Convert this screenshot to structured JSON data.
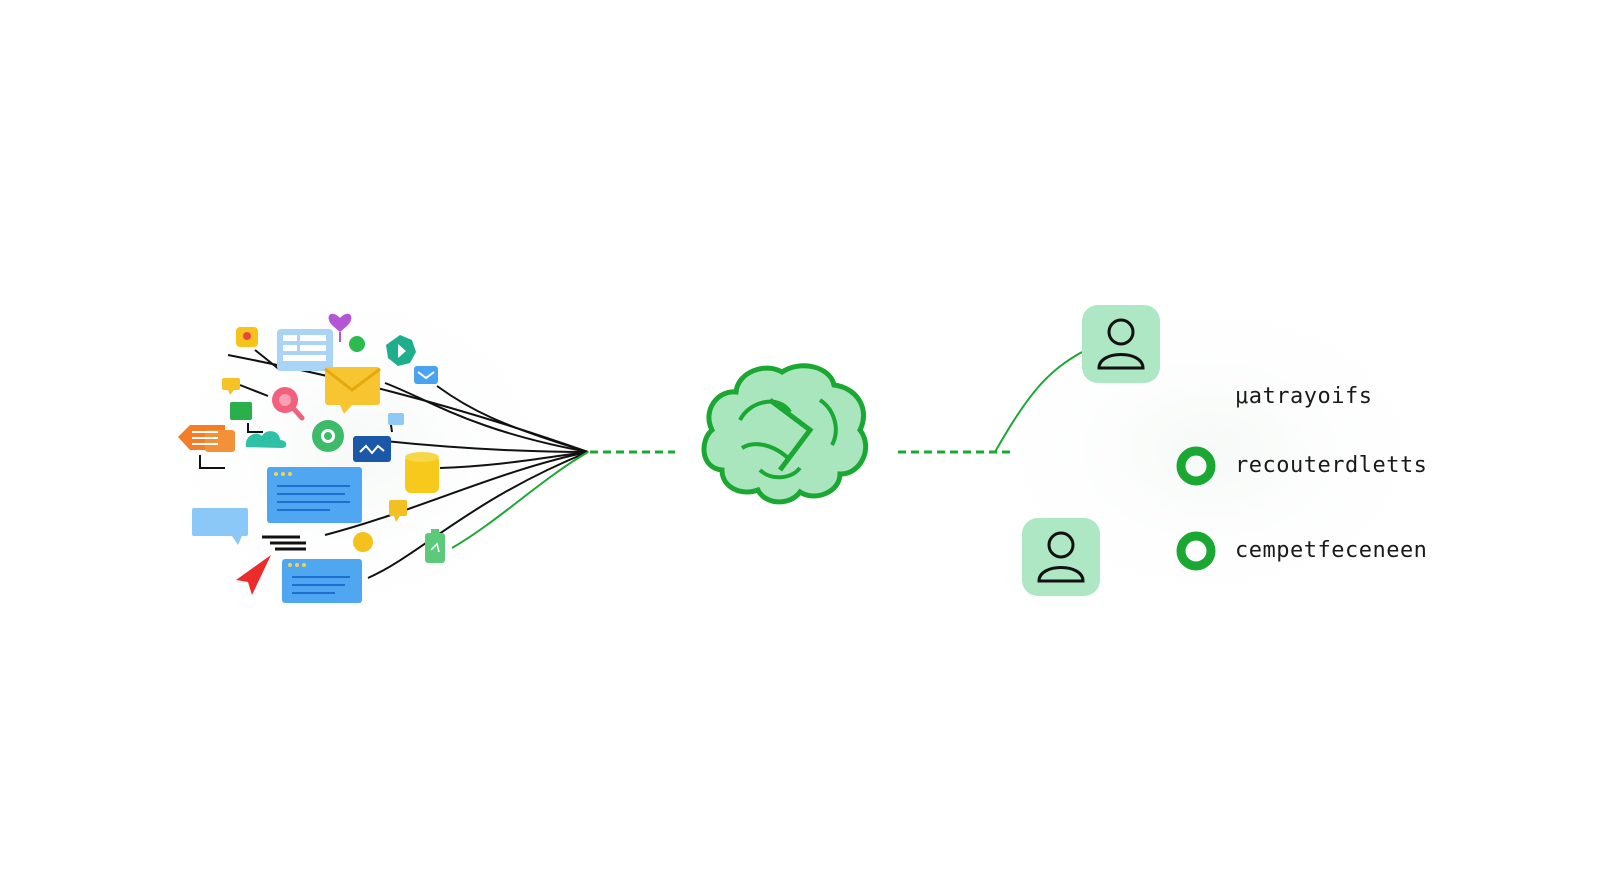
{
  "labels": {
    "heading": "μatrayoifs",
    "item_1": "recouterdletts",
    "item_2": "cempetfeceneen"
  },
  "icons": {
    "source_cluster": [
      "note-icon",
      "form-icon",
      "heart-icon",
      "dot-icon",
      "gear-badge-icon",
      "chat-icon",
      "search-icon",
      "envelope-icon",
      "message-icon",
      "tag-icon",
      "flag-icon",
      "cloud-icon",
      "gear-icon",
      "wave-card-icon",
      "database-icon",
      "browser-window-icon",
      "pin-icon",
      "speech-bubble-icon",
      "menu-lines-icon",
      "coin-icon",
      "battery-icon",
      "cursor-arrow-icon",
      "browser-card-icon"
    ],
    "hub": "brain-icon",
    "users": [
      "user-icon",
      "user-icon"
    ],
    "bullets": [
      "ring-bullet-icon",
      "ring-bullet-icon"
    ]
  },
  "colors": {
    "accent_green": "#1aa832",
    "light_green": "#b2e8c4",
    "line_dark": "#111111"
  }
}
